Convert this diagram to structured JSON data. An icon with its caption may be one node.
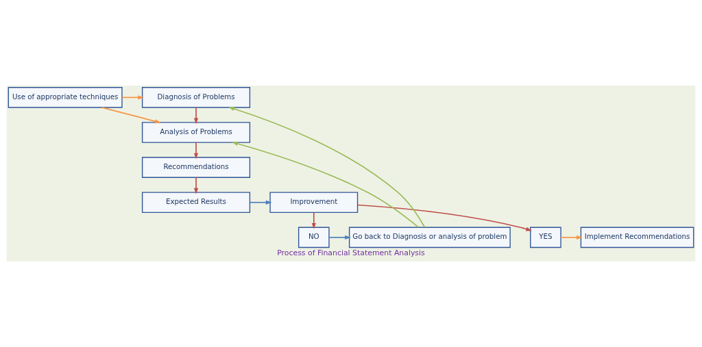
{
  "diagram": {
    "caption": "Process of Financial Statement Analysis",
    "nodes": [
      {
        "text": [
          "Diagnosis of Problems"
        ]
      },
      {
        "text": [
          "Analysis of Problems"
        ]
      },
      {
        "text": [
          "Use of appropriate techniques"
        ]
      },
      {
        "text": [
          "Recommendations"
        ]
      },
      {
        "text": [
          "Expected Results"
        ]
      },
      {
        "text": [
          "Improvement"
        ]
      },
      {
        "text": [
          "Go back to Diagnosis or analysis of problem"
        ]
      },
      {
        "text": [
          "NO"
        ]
      },
      {
        "text": [
          "YES"
        ]
      },
      {
        "text": [
          "Implement Recommendations"
        ]
      }
    ],
    "edges": [
      {
        "from": 0,
        "to": 1,
        "arrow": "to"
      },
      {
        "from": 2,
        "to": 0,
        "arrow": "to",
        "color": "#f79646"
      },
      {
        "from": 2,
        "to": 1,
        "arrow": "to",
        "color": "#f79646"
      },
      {
        "from": 1,
        "to": 3,
        "arrow": "to"
      },
      {
        "from": 3,
        "to": 4,
        "arrow": "to"
      },
      {
        "from": 4,
        "to": 5,
        "arrow": "to",
        "color": "#4f81bd"
      },
      {
        "from": 5,
        "to": 7,
        "arrow": "to"
      },
      {
        "from": 5,
        "to": 8,
        "arrow": "to"
      },
      {
        "from": 7,
        "to": 6,
        "arrow": "to",
        "color": "#4f81bd"
      },
      {
        "from": 8,
        "to": 9,
        "arrow": "to",
        "color": "#f79646"
      },
      {
        "from": 6,
        "to": 0,
        "arrow": "to",
        "color": "#9bbb59"
      },
      {
        "from": 6,
        "to": 1,
        "arrow": "to",
        "color": "#9bbb59"
      }
    ]
  }
}
